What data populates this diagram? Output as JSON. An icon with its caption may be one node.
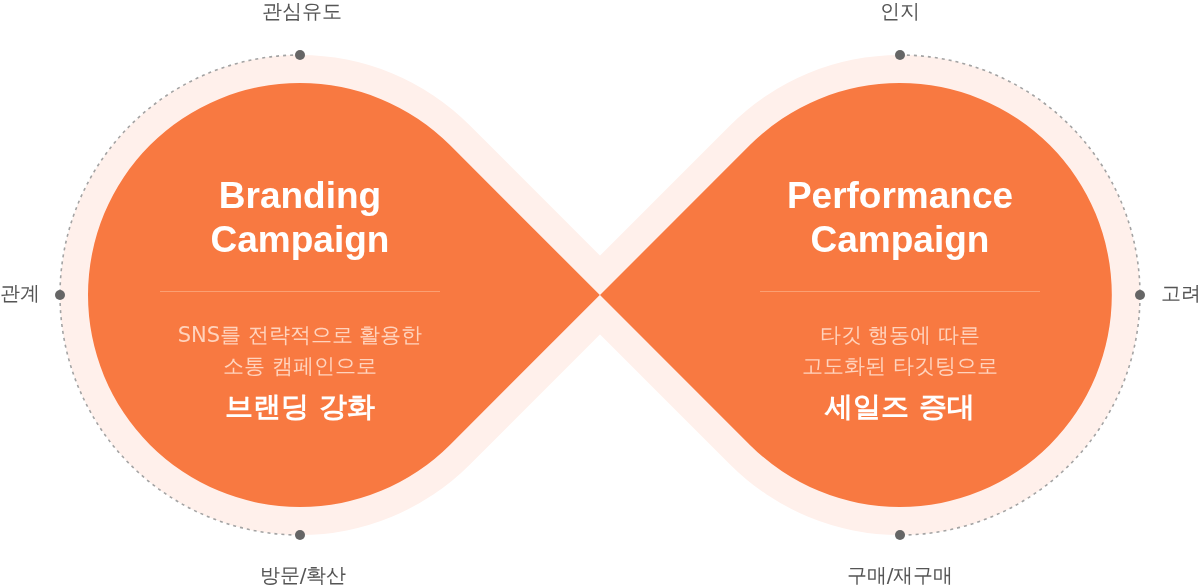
{
  "diagram": {
    "nodes": [
      {
        "text": [
          "Branding Campaign",
          "SNS를 전략적으로 활용한 소통 캠페인으로",
          "브랜딩 강화"
        ]
      },
      {
        "text": [
          "Performance Campaign",
          "타깃 행동에 따른 고도화된 타깃팅으로",
          "세일즈 증대"
        ]
      }
    ],
    "labels": [
      "관심유도",
      "인지",
      "관계",
      "고려",
      "방문/확산",
      "구매/재구매"
    ]
  }
}
